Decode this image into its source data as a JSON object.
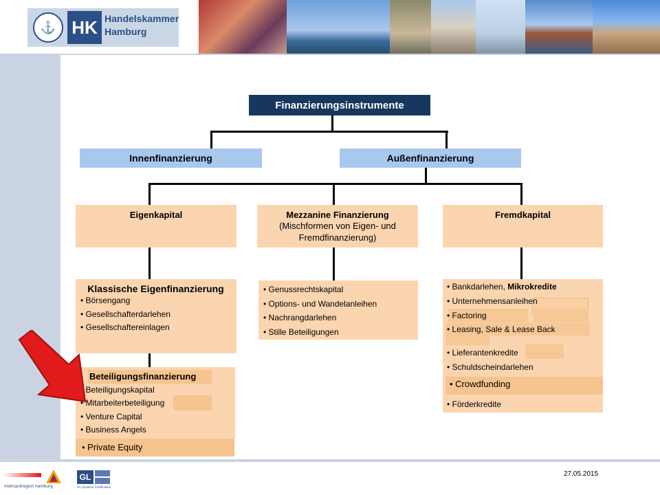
{
  "header": {
    "logo_initials": "HK",
    "logo_line1": "Handelskammer",
    "logo_line2": "Hamburg"
  },
  "diagram": {
    "root": "Finanzierungsinstrumente",
    "innen": "Innenfinanzierung",
    "aussen": "Außenfinanzierung",
    "eigenkapital": "Eigenkapital",
    "mezzanine_title": "Mezzanine Finanzierung",
    "mezzanine_sub": "(Mischformen von Eigen- und Fremdfinanzierung)",
    "fremdkapital": "Fremdkapital",
    "klassische_title": "Klassische Eigenfinanzierung",
    "klassische_items": [
      "Börsengang",
      "Gesellschafterdarlehen",
      "Gesellschaftereinlagen"
    ],
    "beteiligung_title": "Beteiligungsfinanzierung",
    "beteiligung_items": [
      "Beteiligungskapital",
      "Mitarbeiterbeteiligung",
      "Venture Capital",
      "Business Angels"
    ],
    "private_equity": "Private Equity",
    "mezzanine_items": [
      "Genussrechtskapital",
      "Options- und Wandelanleihen",
      "Nachrangdarlehen",
      "Stille Beteiligungen"
    ],
    "fremd_item1_a": "Bankdarlehen, ",
    "fremd_item1_b": "Mikrokredite",
    "fremd_items": [
      "Unternehmensanleihen",
      "Factoring",
      "Leasing, Sale & Lease Back"
    ],
    "fremd_items2": [
      "Lieferantenkredite",
      "Schuldscheindarlehen"
    ],
    "crowdfunding": "Crowdfunding",
    "foerderkredite": "Förderkredite"
  },
  "footer": {
    "metropol_label": "metropolregion hamburg",
    "gl_label": "GL",
    "gl_sub": "GL Systems Certification",
    "date": "27.05.2015"
  },
  "colors": {
    "blue_box": "#a9c8ee",
    "orange_box": "#fbd5b0",
    "root_box": "#17375e",
    "arrow": "#e11b1b",
    "brand": "#2b4f86"
  }
}
